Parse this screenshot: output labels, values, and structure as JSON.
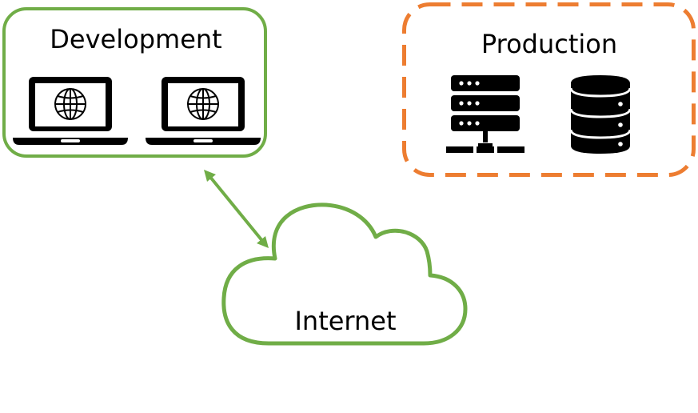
{
  "development": {
    "label": "Development"
  },
  "production": {
    "label": "Production"
  },
  "internet": {
    "label": "Internet"
  },
  "colors": {
    "development_border": "#70AD47",
    "production_border": "#ED7D31",
    "cloud": "#70AD47",
    "arrow": "#70AD47",
    "icon": "#000000"
  },
  "icons": {
    "development": [
      "laptop-globe-icon",
      "laptop-globe-icon"
    ],
    "production": [
      "server-rack-icon",
      "database-icon"
    ],
    "internet": "cloud-icon"
  }
}
